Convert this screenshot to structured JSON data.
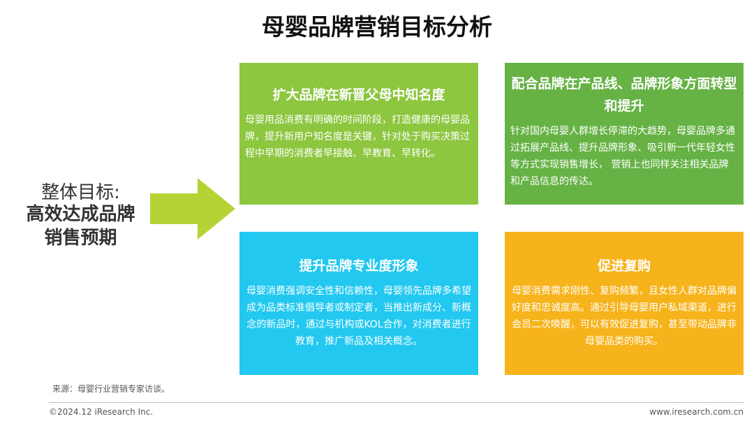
{
  "title": "母婴品牌营销目标分析",
  "goal": {
    "label": "整体目标:",
    "line1": "高效达成品牌",
    "line2": "销售预期"
  },
  "boxes": [
    {
      "title": "扩大品牌在新晋父母中知名度",
      "text": "母婴用品消费有明确的时间阶段，打造健康的母婴品牌，提升新用户知名度是关键，针对处于购买决策过程中早期的消费者早接触、早教育、早转化。",
      "color": "#8dc63f"
    },
    {
      "title": "配合品牌在产品线、品牌形象方面转型和提升",
      "text": "针对国内母婴人群增长停滞的大趋势，母婴品牌多通过拓展产品线、提升品牌形象、吸引新一代年轻女性等方式实现销售增长， 营销上也同样关注相关品牌和产品信息的传达。",
      "color": "#66b245"
    },
    {
      "title": "提升品牌专业度形象",
      "text": "母婴消费强调安全性和信赖性，母婴领先品牌多希望成为品类标准倡导者或制定者，当推出新成分、新概念的新品时，通过与机构或KOL合作，对消费者进行教育，推广新品及相关概念。",
      "color": "#22c8f0"
    },
    {
      "title": "促进复购",
      "text": "母婴消费需求刚性、复购频繁，且女性人群对品牌偏好度和忠诚度高。通过引导母婴用户私域渠道，进行会员二次唤醒，可以有效促进复购，甚至带动品牌非母婴品类的购买。",
      "color": "#f7b31b"
    }
  ],
  "footer": {
    "source": "来源：母婴行业营销专家访谈。",
    "copyright": "©2024.12 iResearch Inc.",
    "website": "www.iresearch.com.cn"
  }
}
